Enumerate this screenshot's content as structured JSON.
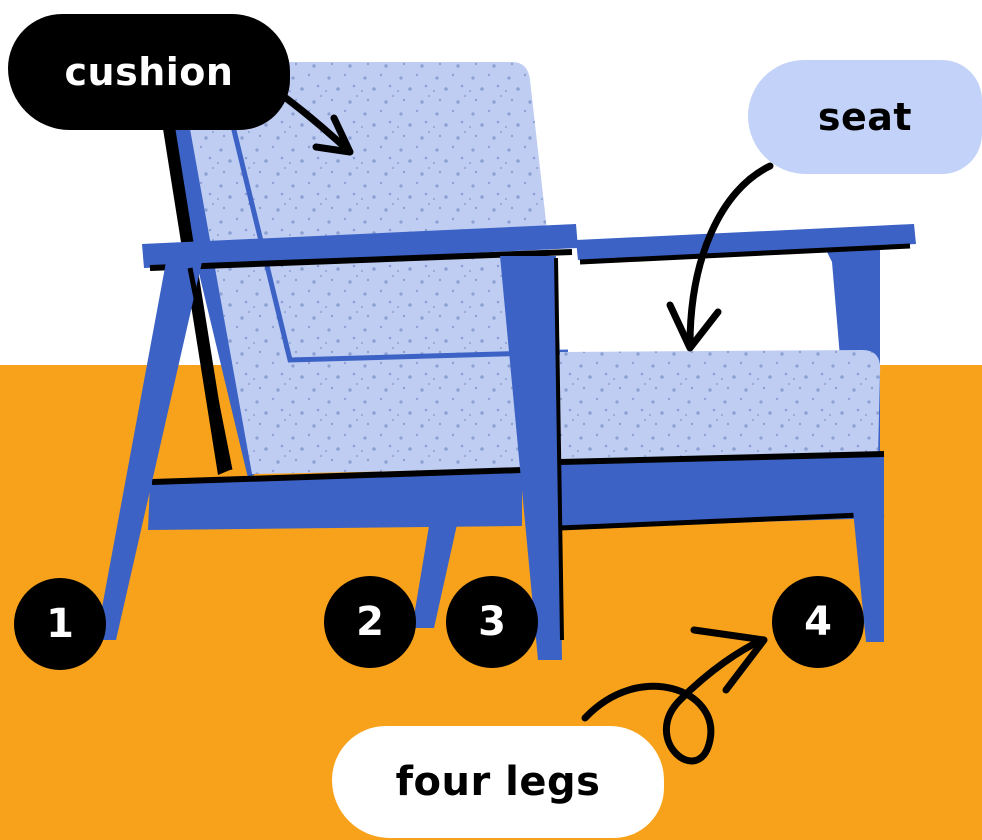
{
  "labels": {
    "cushion": "cushion",
    "seat": "seat",
    "legs": "four legs"
  },
  "leg_numbers": [
    "1",
    "2",
    "3",
    "4"
  ],
  "colors": {
    "background": "#ffffff",
    "floor": "#f8a21c",
    "frame": "#3b62c4",
    "upholstery": "#bfcdf3",
    "speckle": "#8ea1d3",
    "outline": "#000000",
    "seat_label_fill": "#c3d2f8"
  },
  "icons": [
    "curved-arrow-icon",
    "loop-arrow-icon"
  ]
}
